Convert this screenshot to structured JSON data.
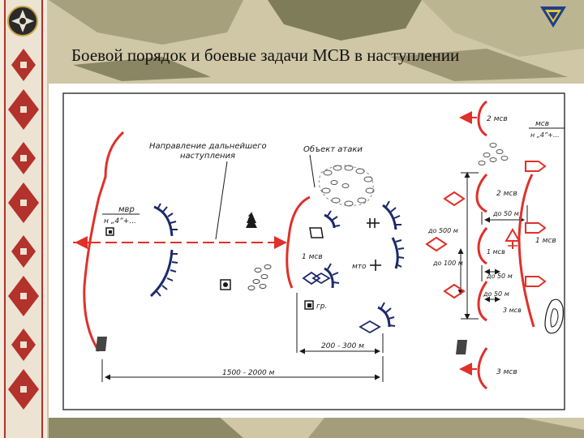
{
  "slide": {
    "title": "Боевой порядок и боевые задачи МСВ в наступлении"
  },
  "diagram": {
    "labels": {
      "direction_further_advance_line1": "Направление дальнейшего",
      "direction_further_advance_line2": "наступления",
      "attack_object": "Объект атаки",
      "mvr_left": "мвр",
      "mvr_left_sub": "н „4”+...",
      "msv_right": "мсв",
      "msv_right_sub": "н „4”+...",
      "msv1_center": "1 мсв",
      "mto": "мто",
      "gr": "гр.",
      "dist_200_300": "200 - 300 м",
      "dist_1500_2000": "1500 - 2000 м",
      "msv2_top": "2 мсв",
      "msv2_right": "2 мсв",
      "do_50_top": "до 50 м",
      "do_500": "до 500 м",
      "do_100": "до 100 м",
      "msv1_right_inner": "1 мсв",
      "msv1_right_outer": "1 мсв",
      "do_50_bottom": "до 50 м",
      "do_50_lower": "до 50 м",
      "msv3_right": "3 мсв",
      "msv3_bottom": "3 мсв"
    },
    "colors": {
      "friendly": "#e0302a",
      "enemy": "#1c2a6a",
      "ink": "#1a1a1a"
    }
  }
}
